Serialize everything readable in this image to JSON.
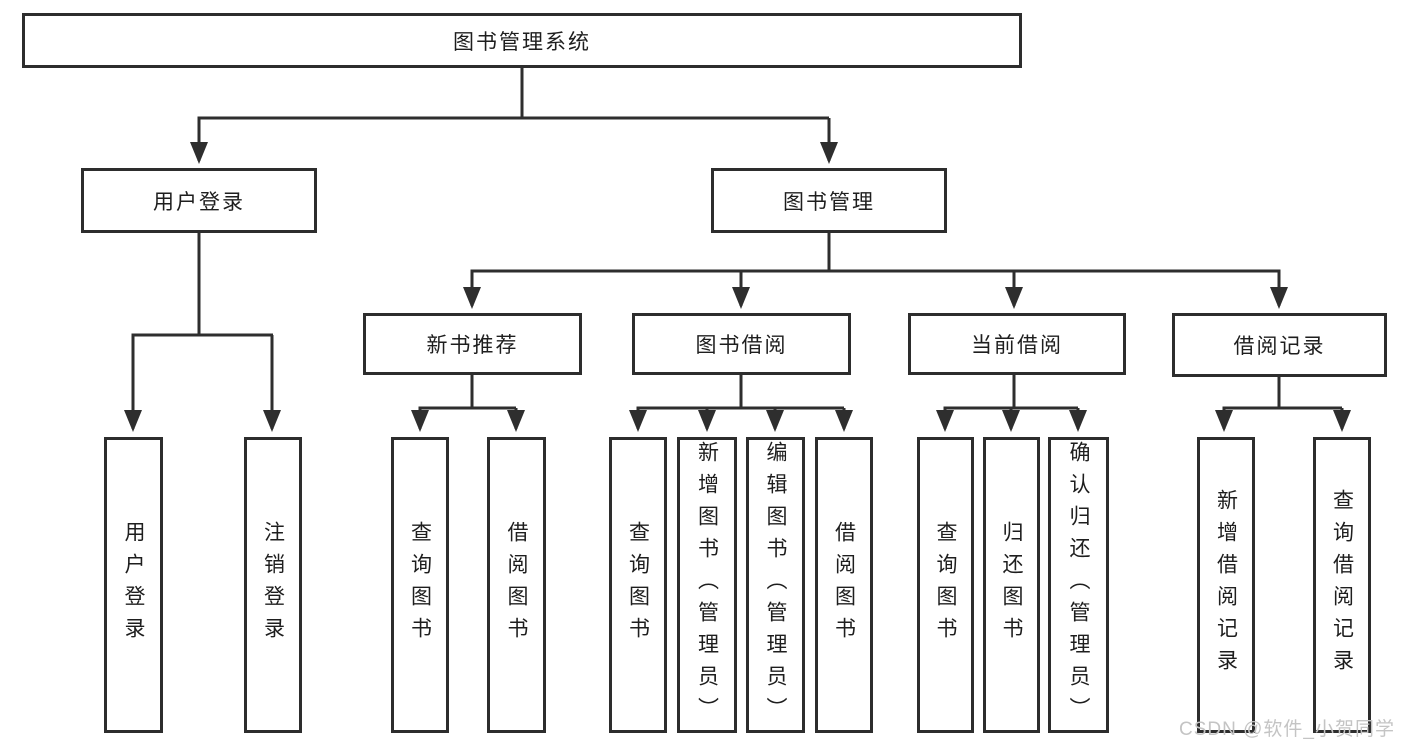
{
  "diagram_title": "图书管理系统",
  "tree": {
    "root": {
      "label": "图书管理系统"
    },
    "children": [
      {
        "label": "用户登录",
        "children": [
          {
            "label": "用户登录"
          },
          {
            "label": "注销登录"
          }
        ]
      },
      {
        "label": "图书管理",
        "children": [
          {
            "label": "新书推荐",
            "children": [
              {
                "label": "查询图书"
              },
              {
                "label": "借阅图书"
              }
            ]
          },
          {
            "label": "图书借阅",
            "children": [
              {
                "label": "查询图书"
              },
              {
                "label": "新增图书（管理员）"
              },
              {
                "label": "编辑图书（管理员）"
              },
              {
                "label": "借阅图书"
              }
            ]
          },
          {
            "label": "当前借阅",
            "children": [
              {
                "label": "查询图书"
              },
              {
                "label": "归还图书"
              },
              {
                "label": "确认归还（管理员）"
              }
            ]
          },
          {
            "label": "借阅记录",
            "children": [
              {
                "label": "新增借阅记录"
              },
              {
                "label": "查询借阅记录"
              }
            ]
          }
        ]
      }
    ]
  },
  "watermark": {
    "text": "CSDN @软件_小贺同学"
  },
  "colors": {
    "line": "#2e2e2e",
    "box_border": "#2d2d2d",
    "text": "#1e1e1e",
    "watermark": "#c4c4c4",
    "background": "#ffffff"
  }
}
